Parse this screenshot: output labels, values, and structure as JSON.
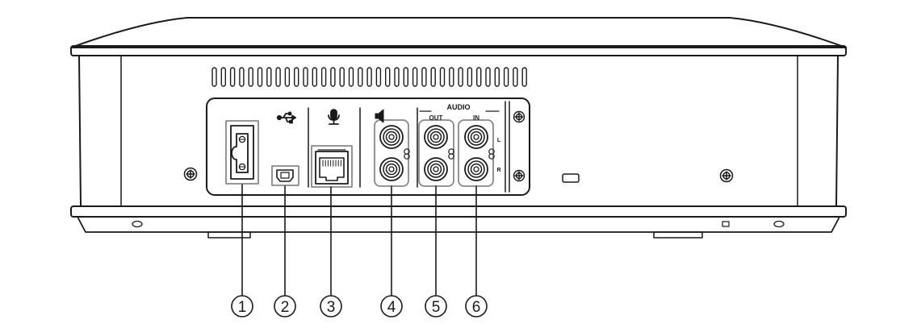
{
  "panel": {
    "audio_label": "AUDIO",
    "out_label": "OUT",
    "in_label": "IN",
    "left_channel": "L",
    "right_channel": "R"
  },
  "callouts": [
    {
      "number": "1"
    },
    {
      "number": "2"
    },
    {
      "number": "3"
    },
    {
      "number": "4"
    },
    {
      "number": "5"
    },
    {
      "number": "6"
    }
  ],
  "icons": {
    "usb": "usb-icon",
    "microphone": "microphone-icon",
    "speaker": "speaker-icon"
  },
  "colors": {
    "line": "#1a1a1a",
    "port_outline": "#888888",
    "background": "#ffffff"
  }
}
